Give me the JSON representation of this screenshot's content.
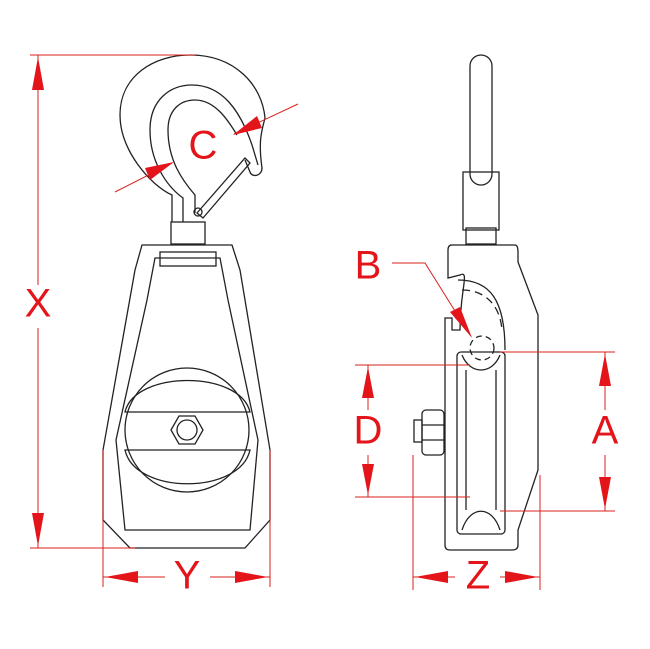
{
  "labels": {
    "X": "X",
    "Y": "Y",
    "Z": "Z",
    "A": "A",
    "B": "B",
    "C": "C",
    "D": "D"
  },
  "colors": {
    "dimension": "#e3141a",
    "outline": "#222222"
  }
}
